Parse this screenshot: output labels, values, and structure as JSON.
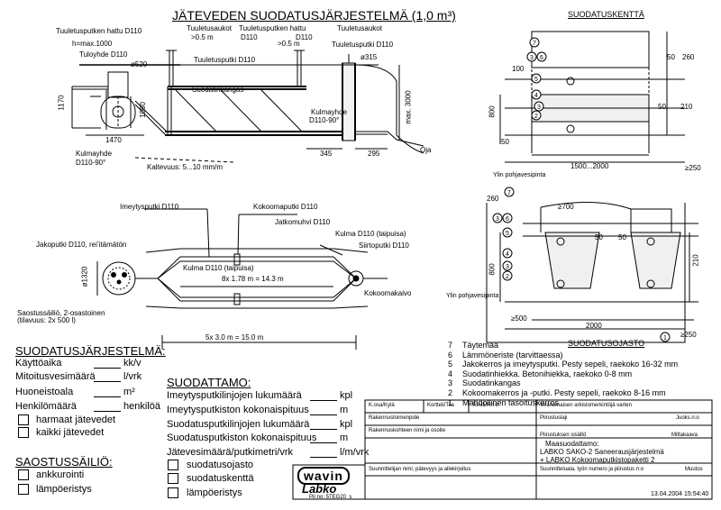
{
  "title": "JÄTEVEDEN SUODATUSJÄRJESTELMÄ (1,0 m³)",
  "top_drawing": {
    "labels": {
      "hattu_left": "Tuuletusputken hattu D110",
      "tuuletusaukot_left": "Tuuletusaukot",
      "gt05_left": ">0.5 m",
      "d110_left": "D110",
      "hattu_right": "Tuuletusputken hattu",
      "d110_right": "D110",
      "gt05_right": ">0.5 m",
      "tuuletusaukot_right": "Tuuletusaukot",
      "tuuletusputki_top": "Tuuletusputki D110",
      "tuuletusputki_mid": "Tuuletusputki D110",
      "hmax": "h=max.1000",
      "tuloyhde": "Tuloyhde D110",
      "d520": "ø520",
      "d315": "ø315",
      "suodatinkangas": "Suodatinkangas",
      "kulmayhde_right_1": "Kulmayhde",
      "kulmayhde_right_2": "D110-90°",
      "kulmayhde_left_1": "Kulmayhde",
      "kulmayhde_left_2": "D110-90°",
      "kaltevuus": "Kaltevuus: 5...10 mm/m",
      "oja": "Oja",
      "dim_1170": "1170",
      "dim_1060": "1060",
      "dim_1470": "1470",
      "dim_345": "345",
      "dim_295": "295",
      "dim_max3000": "max. 3000"
    }
  },
  "plan_drawing": {
    "labels": {
      "imeytysputki": "Imeytysputki D110",
      "kokoomaputki": "Kokoomaputki D110",
      "jatkomuhvi": "Jatkomuhvi D110",
      "kulma_right": "Kulma D110 (taipuisa)",
      "siirtoputki": "Siirtoputki D110",
      "jakoputki": "Jakoputki D110, reiʼitämätön",
      "kulma_left": "Kulma D110 (taipuisa)",
      "dim_8x": "8x 1.78 m = 14.3 m",
      "kokoomakaivo": "Kokoomakaivo",
      "d1320": "ø1320",
      "saostussailio_1": "Saostussäiliö, 2-osastoinen",
      "saostussailio_2": "(tilavuus: 2x 500 l)",
      "dim_5x": "5x 3.0 m = 15.0 m"
    }
  },
  "section_kentta": {
    "title": "SUODATUSKENTTÄ",
    "labels": {
      "d100": "100",
      "d50a": "50",
      "d260": "260",
      "d50b": "50",
      "d210": "210",
      "d800": "800",
      "d50c": "50",
      "d1500": "1500...2000",
      "ge250": "≥250",
      "pohjavesi": "Ylin pohjavesipinta"
    },
    "callouts": [
      "7",
      "3",
      "6",
      "5",
      "4",
      "2",
      "3"
    ]
  },
  "section_ojasto": {
    "title": "SUODATUSOJASTO",
    "labels": {
      "d260": "260",
      "ge700": "≥700",
      "d50a": "50",
      "d50b": "50",
      "d210": "210",
      "d800": "800",
      "d2000": "2000",
      "ge500": "≥500",
      "ge250": "≥250",
      "pohjavesi": "Ylin pohjavesipinta"
    },
    "callouts": [
      "7",
      "3",
      "6",
      "5",
      "4",
      "2",
      "3",
      "1"
    ]
  },
  "legend": [
    {
      "n": "7",
      "text": "Täytemaa"
    },
    {
      "n": "6",
      "text": "Lämmöneriste (tarvittaessa)"
    },
    {
      "n": "5",
      "text": "Jakokerros ja imeytysputki. Pesty sepeli, raekoko 16-32 mm"
    },
    {
      "n": "4",
      "text": "Suodatinhiekka. Betonihiekka, raekoko 0-8 mm"
    },
    {
      "n": "3",
      "text": "Suodatinkangas"
    },
    {
      "n": "2",
      "text": "Kokoomakerros ja -putki. Pesty sepeli, raekoko 8-16 mm"
    },
    {
      "n": "1",
      "text": "Mahdollinen tasoituskerros"
    }
  ],
  "form_system": {
    "title": "SUODATUSJÄRJESTELMÄ:",
    "rows": [
      {
        "label": "Käyttöaika",
        "unit": "kk/v"
      },
      {
        "label": "Mitoitusvesimäärä",
        "unit": "l/vrk"
      },
      {
        "label": "Huoneistoala",
        "unit": "m²"
      },
      {
        "label": "Henkilömäärä",
        "unit": "henkilöä"
      }
    ],
    "checks": [
      "harmaat jätevedet",
      "kaikki jätevedet"
    ]
  },
  "form_sailio": {
    "title": "SAOSTUSSÄILIÖ:",
    "checks": [
      "ankkurointi",
      "lämpöeristys"
    ]
  },
  "form_suodattamo": {
    "title": "SUODATTAMO:",
    "rows": [
      {
        "label": "Imeytysputkilinjojen lukumäärä",
        "unit": "kpl"
      },
      {
        "label": "Imeytysputkiston kokonaispituus",
        "unit": "m"
      },
      {
        "label": "Suodatusputkilinjojen lukumäärä",
        "unit": "kpl"
      },
      {
        "label": "Suodatusputkiston kokonaispituus",
        "unit": "m"
      },
      {
        "label": "Jätevesimäärä/putkimetri/vrk",
        "unit": "l/m/vrk"
      }
    ],
    "checks": [
      "suodatusojasto",
      "suodatuskenttä",
      "lämpöeristys"
    ]
  },
  "logos": {
    "wavin": "wavin",
    "labko": "Labko",
    "pir_no": "Pir.no: 5TEG20_s"
  },
  "title_block": {
    "k_osa": "K.osa/Kylä",
    "kortteli": "Kortteli/Tila",
    "tontti": "Tontti/Rn:o",
    "viranomainen": "Viranomaisen arkistomerkintöjä varten",
    "rakennuskohde": "Rakennuskohteen nimi ja osoite",
    "rakennustoimenpide": "Rakennustoimenpide",
    "piirustuslaji": "Piirustuslaji",
    "juoks": "Juoks.n:o",
    "piirustuksen_sisalto": "Piirustuksen sisältö",
    "mittakaava": "Mittakaava",
    "content_1": "Maasuodattamo:",
    "content_2": "LABKO SAKO-2 Saneerausjärjestelmä",
    "content_3": "+ LABKO Kokoomaputkistopaketti 2",
    "suunnittelija": "Suunnittelijan nimi, pätevyys ja allekirjoitus",
    "suunnitteluala": "Suunnitteluala, työn numero ja piirustus n:o",
    "muutos": "Muutos",
    "date": "13.04.2004 15:54:40"
  }
}
